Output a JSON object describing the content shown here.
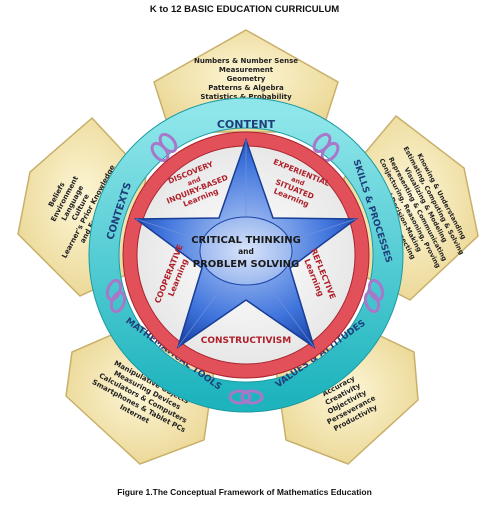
{
  "title": "K to 12 BASIC EDUCATION CURRICULUM",
  "caption": "Figure 1.The Conceptual Framework of Mathematics Education",
  "center": {
    "line1": "CRITICAL THINKING",
    "and": "and",
    "line2": "PROBLEM SOLVING"
  },
  "star_labels": {
    "discovery": [
      "DISCOVERY",
      "and",
      "INQUIRY-BASED",
      "Learning"
    ],
    "experiential": [
      "EXPERIENTIAL",
      "and",
      "SITUATED",
      "Learning"
    ],
    "reflective": [
      "REFLECTIVE",
      "Learning"
    ],
    "constructivism": [
      "CONSTRUCTIVISM"
    ],
    "cooperative": [
      "COOPERATIVE",
      "Learning"
    ]
  },
  "bands": {
    "content": "CONTENT",
    "skills": "SKILLS & PROCESSES",
    "values": "VALUES & ATTITUDES",
    "tools": "MATHEMATICAL TOOLS",
    "contexts": "CONTEXTS"
  },
  "panels": {
    "content": [
      "Numbers & Number Sense",
      "Measurement",
      "Geometry",
      "Patterns & Algebra",
      "Statistics & Probability"
    ],
    "skills": [
      "Knowing & Understanding",
      "Estimating, Computing & Solving",
      "Visualizing & Modeling",
      "Representing & Communicating",
      "Conjecturing, Reasoning, Proving",
      "and Decision-Making",
      "Applying & Connecting"
    ],
    "values": [
      "Accuracy",
      "Creativity",
      "Objectivity",
      "Perseverance",
      "Productivity"
    ],
    "tools": [
      "Manipulative Objects",
      "Measuring Devices",
      "Calculators & Computers",
      "Smartphones & Tablet PCs",
      "Internet"
    ],
    "contexts": [
      "Beliefs",
      "Environment",
      "Language",
      "Culture",
      "Learner's Prior Knowledge",
      "and Experience"
    ]
  },
  "colors": {
    "panel": "#f6e8b0",
    "panel_edge": "#c9b06a",
    "band": "#35c7cf",
    "band_text": "#1f3f7a",
    "ring": "#e2505a",
    "ring_inner": "#f5f5f5",
    "star": "#2a5fd1",
    "star_light": "#8fb2f0",
    "chain": "#a877c9",
    "star_text": "#b0202a",
    "center_text": "#1a1a1a"
  }
}
